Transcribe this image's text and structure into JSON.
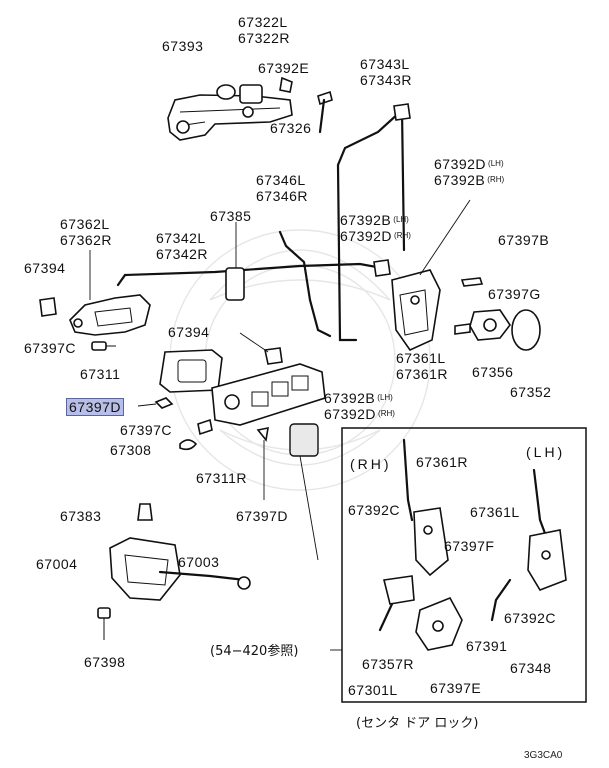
{
  "labels": {
    "p67393": "67393",
    "p67322L": "67322L",
    "p67322R": "67322R",
    "p67392E": "67392E",
    "p67326": "67326",
    "p67343L": "67343L",
    "p67343R": "67343R",
    "p67346L": "67346L",
    "p67346R": "67346R",
    "p67385": "67385",
    "p67392D_top": "67392D",
    "p67392D_top_sub": "(LH)",
    "p67392B_top": "67392B",
    "p67392B_top_sub": "(RH)",
    "p67362L": "67362L",
    "p67362R": "67362R",
    "p67342L": "67342L",
    "p67342R": "67342R",
    "p67392B_mid": "67392B",
    "p67392B_mid_sub": "(LH)",
    "p67392D_mid": "67392D",
    "p67392D_mid_sub": "(RH)",
    "p67397B": "67397B",
    "p67394_left": "67394",
    "p67397G": "67397G",
    "p67394_mid": "67394",
    "p67397C_left": "67397C",
    "p67361L_top": "67361L",
    "p67361R_top": "67361R",
    "p67311": "67311",
    "p67356": "67356",
    "p67352": "67352",
    "p67397D_hl": "67397D",
    "p67392B_low": "67392B",
    "p67392B_low_sub": "(LH)",
    "p67392D_low": "67392D",
    "p67392D_low_sub": "(RH)",
    "p67397C_mid": "67397C",
    "p67308": "67308",
    "p67311R": "67311R",
    "p67397D": "67397D",
    "p67383": "67383",
    "p67004": "67004",
    "p67003": "67003",
    "p67398": "67398",
    "inset_rh": "(RH)",
    "inset_lh": "(LH)",
    "p67361R_in": "67361R",
    "p67361L_in": "67361L",
    "p67392C_in_left": "67392C",
    "p67397F": "67397F",
    "p67392C_in_right": "67392C",
    "p67391": "67391",
    "p67357R": "67357R",
    "p67348": "67348",
    "p67301L": "67301L",
    "p67397E": "67397E",
    "ref_note": "(54−420参照)",
    "caption": "(センタ ドア ロック)",
    "code": "3G3CA0"
  },
  "colors": {
    "highlight_fill": "#b8bfe6",
    "highlight_border": "#5a63a8",
    "line": "#111111"
  }
}
